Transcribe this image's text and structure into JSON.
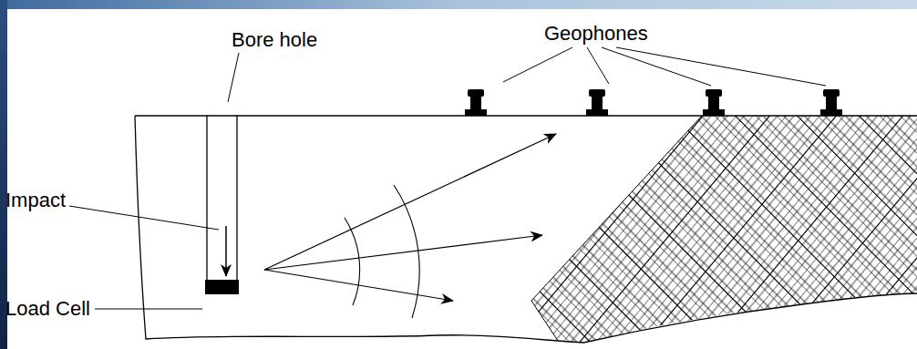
{
  "diagram": {
    "labels": [
      "Geophones",
      "Bore hole",
      "Impact",
      "Load Cell"
    ]
  }
}
